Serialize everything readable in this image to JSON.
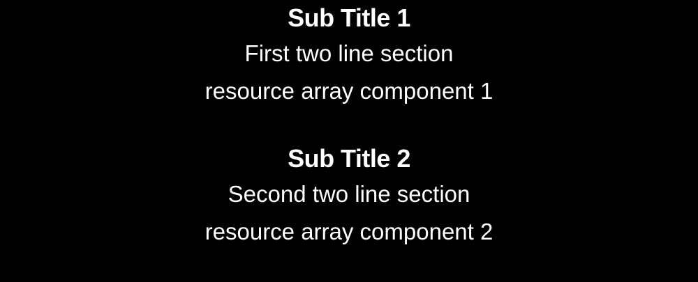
{
  "sections": [
    {
      "title": "Sub Title 1",
      "lines": [
        "First two line section",
        "resource array component 1"
      ]
    },
    {
      "title": "Sub Title 2",
      "lines": [
        "Second two line section",
        "resource array component 2"
      ]
    }
  ],
  "colors": {
    "background": "#000000",
    "text": "#ffffff"
  }
}
